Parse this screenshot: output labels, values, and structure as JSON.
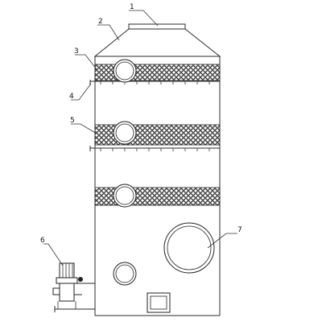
{
  "labels": {
    "l1": "1",
    "l2": "2",
    "l3": "3",
    "l4": "4",
    "l5": "5",
    "l6": "6",
    "l7": "7"
  },
  "icons": {
    "packing": "hexagonal-packing-pattern",
    "pump": "pump-motor-icon"
  }
}
